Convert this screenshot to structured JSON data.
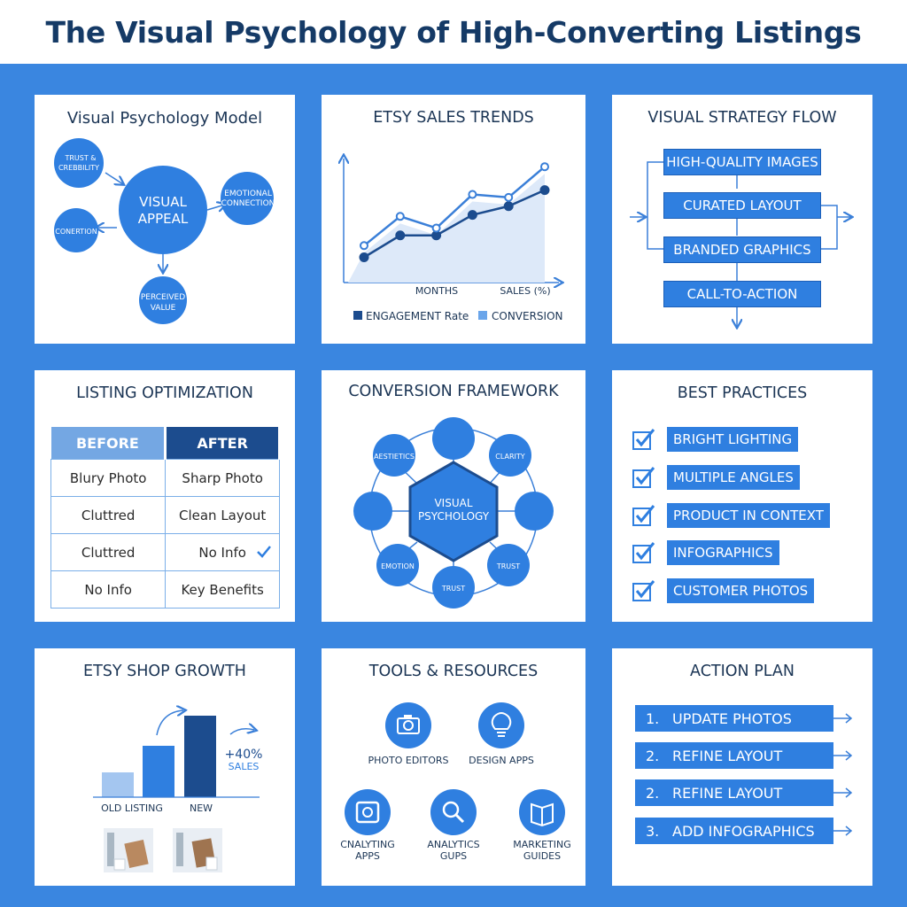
{
  "page": {
    "title": "The Visual Psychology of High-Converting Listings"
  },
  "colors": {
    "background": "#3a86e0",
    "accent": "#2f7fe0",
    "dark": "#1c4c8e",
    "title": "#153a66"
  },
  "psychology_model": {
    "title": "Visual Psychology Model",
    "center": [
      "VISUAL",
      "APPEAL"
    ],
    "nodes": {
      "trust": [
        "TRUST &",
        "CREBBILITY"
      ],
      "emotional": [
        "EMOTIONAL",
        "CONNECTION"
      ],
      "conversion": [
        "CONERTION"
      ],
      "perceived": [
        "PERCEIVED",
        "VALUE"
      ]
    }
  },
  "sales_trends": {
    "title": "ETSY SALES TRENDS",
    "xlabel": "MONTHS",
    "ylabel": "SALES (%)",
    "legend": [
      "ENGAGEMENT Rate",
      "CONVERSION"
    ]
  },
  "chart_data": [
    {
      "type": "line",
      "title": "ETSY SALES TRENDS",
      "xlabel": "MONTHS",
      "ylabel": "SALES (%)",
      "x": [
        1,
        2,
        3,
        4,
        5,
        6
      ],
      "series": [
        {
          "name": "ENGAGEMENT Rate",
          "values": [
            10,
            25,
            25,
            39,
            45,
            56
          ]
        },
        {
          "name": "CONVERSION",
          "values": [
            18,
            38,
            30,
            53,
            51,
            72
          ]
        }
      ],
      "grid": false
    },
    {
      "type": "bar",
      "title": "ETSY SHOP GROWTH",
      "categories": [
        "OLD LISTING",
        "",
        "NEW"
      ],
      "values": [
        28,
        58,
        92
      ]
    }
  ],
  "strategy_flow": {
    "title": "VISUAL STRATEGY FLOW",
    "steps": [
      "HIGH-QUALITY IMAGES",
      "CURATED LAYOUT",
      "BRANDED GRAPHICS",
      "CALL-TO-ACTION"
    ]
  },
  "listing_optimization": {
    "title": "LISTING OPTIMIZATION",
    "headers": [
      "BEFORE",
      "AFTER"
    ],
    "rows": [
      [
        "Blury Photo",
        "Sharp Photo"
      ],
      [
        "Cluttred",
        "Clean Layout"
      ],
      [
        "Cluttred",
        "No Info"
      ],
      [
        "No Info",
        "Key Benefits"
      ]
    ]
  },
  "conversion_framework": {
    "title": "CONVERSION FRAMEWORK",
    "center": [
      "VISUAL",
      "PSYCHOLOGY"
    ],
    "labels": [
      "AESTIETICS",
      "CLARITY",
      "EMOTION",
      "TRUST",
      "TRUST"
    ]
  },
  "best_practices": {
    "title": "BEST PRACTICES",
    "items": [
      "BRIGHT LIGHTING",
      "MULTIPLE ANGLES",
      "PRODUCT IN CONTEXT",
      "INFOGRAPHICS",
      "CUSTOMER PHOTOS"
    ]
  },
  "shop_growth": {
    "title": "ETSY SHOP GROWTH",
    "label_old": "OLD LISTING",
    "label_new": "NEW",
    "growth": "+40%",
    "growth_label": "SALES"
  },
  "tools": {
    "title": "TOOLS & RESOURCES",
    "items": [
      {
        "label": [
          "PHOTO EDITORS"
        ],
        "icon": "camera-icon"
      },
      {
        "label": [
          "DESIGN APPS"
        ],
        "icon": "lightbulb-icon"
      },
      {
        "label": [
          "CNALYTING",
          "APPS"
        ],
        "icon": "camera-frame-icon"
      },
      {
        "label": [
          "ANALYTICS",
          "GUPS"
        ],
        "icon": "magnifier-icon"
      },
      {
        "label": [
          "MARKETING",
          "GUIDES"
        ],
        "icon": "book-icon"
      }
    ]
  },
  "action_plan": {
    "title": "ACTION PLAN",
    "items": [
      {
        "num": "1.",
        "label": "UPDATE PHOTOS"
      },
      {
        "num": "2.",
        "label": "REFINE LAYOUT"
      },
      {
        "num": "2.",
        "label": "REFINE LAYOUT"
      },
      {
        "num": "3.",
        "label": "ADD INFOGRAPHICS"
      }
    ]
  }
}
